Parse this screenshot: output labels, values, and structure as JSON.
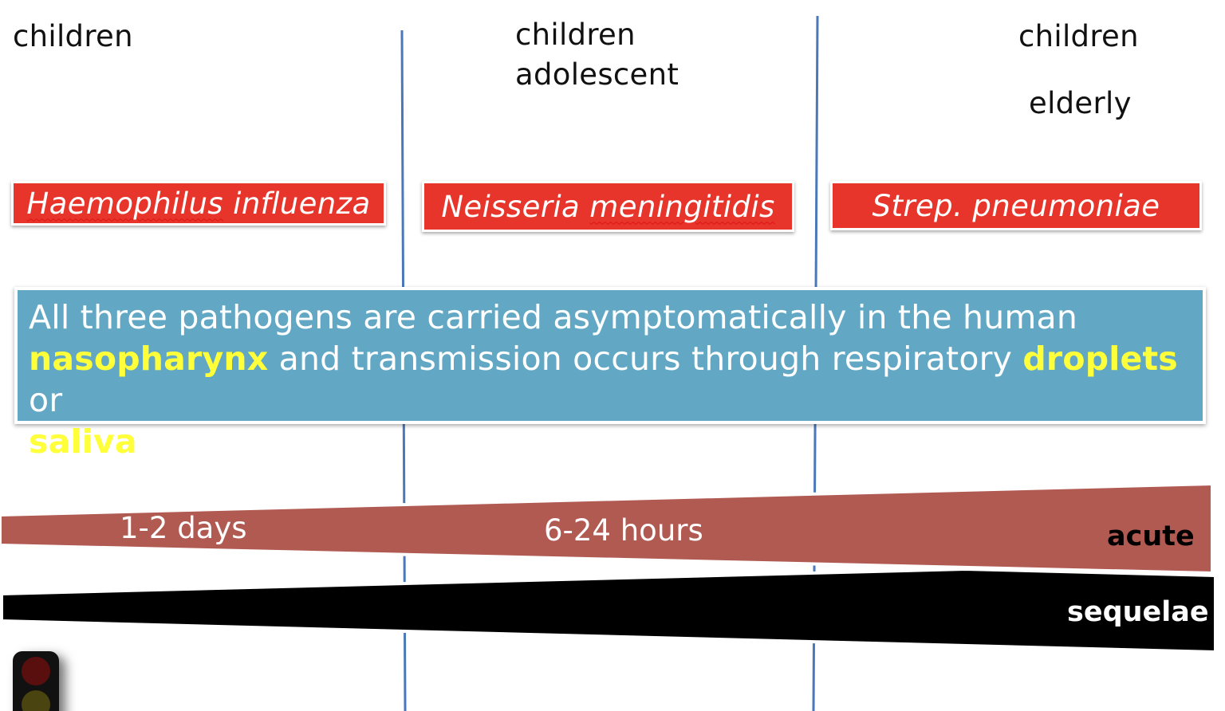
{
  "age_groups": [
    {
      "id": "col1",
      "lines": [
        "children"
      ]
    },
    {
      "id": "col2",
      "lines": [
        "children",
        "adolescent"
      ]
    },
    {
      "id": "col3",
      "lines": [
        "children",
        "elderly"
      ]
    }
  ],
  "pathogens": [
    {
      "name": "Haemophilus influenza",
      "part1": "Haemophilus",
      "part2": "influenza"
    },
    {
      "name": "Neisseria meningitidis",
      "part1": "Neisseria",
      "part2": "meningitidis"
    },
    {
      "name": "Strep. pneumoniae"
    }
  ],
  "info": {
    "line1": "All three pathogens are carried asymptomatically in the human",
    "highlight_nasopharynx": "nasopharynx",
    "line2_middle": "and transmission occurs through respiratory",
    "highlight_droplets": "droplets",
    "line2_end": "or",
    "highlight_saliva": "saliva"
  },
  "onset": {
    "label_1": "1-2 days",
    "label_2": "6-24 hours",
    "acute_label": "acute",
    "sequelae_label": "sequelae"
  },
  "traffic_light": {
    "lamps": [
      "red-lamp",
      "yellow-lamp"
    ]
  },
  "colors": {
    "pathogen_red": "#E8352B",
    "info_blue": "#62A8C4",
    "highlight_yellow": "#FFFF3A",
    "acute_wedge": "#B15A52",
    "sequelae_wedge": "#000000",
    "divider_blue": "#4A78B8",
    "lamp_red": "#5A0F0F",
    "lamp_yellow": "#4A4410"
  }
}
